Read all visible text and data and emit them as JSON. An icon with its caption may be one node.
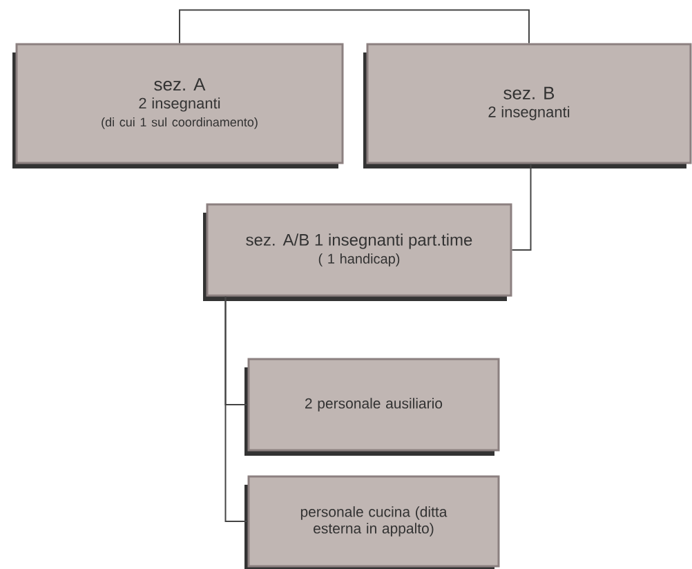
{
  "diagram": {
    "nodes": [
      {
        "text": [
          "sez. A",
          "2 insegnanti",
          "(di cui 1 sul coordinamento)"
        ]
      },
      {
        "text": [
          "sez. B",
          "2 insegnanti"
        ]
      },
      {
        "text": [
          "sez. A/B 1 insegnanti part.time",
          "( 1 handicap)"
        ]
      },
      {
        "text": [
          "2 personale ausiliario"
        ]
      },
      {
        "text": [
          "personale cucina (ditta esterna in appalto)"
        ]
      }
    ],
    "edges": [
      {
        "from": 0,
        "to": 1,
        "arrow": "none"
      },
      {
        "from": 1,
        "to": 2,
        "arrow": "none"
      },
      {
        "from": 2,
        "to": 3,
        "arrow": "none"
      },
      {
        "from": 2,
        "to": 4,
        "arrow": "none"
      }
    ]
  }
}
